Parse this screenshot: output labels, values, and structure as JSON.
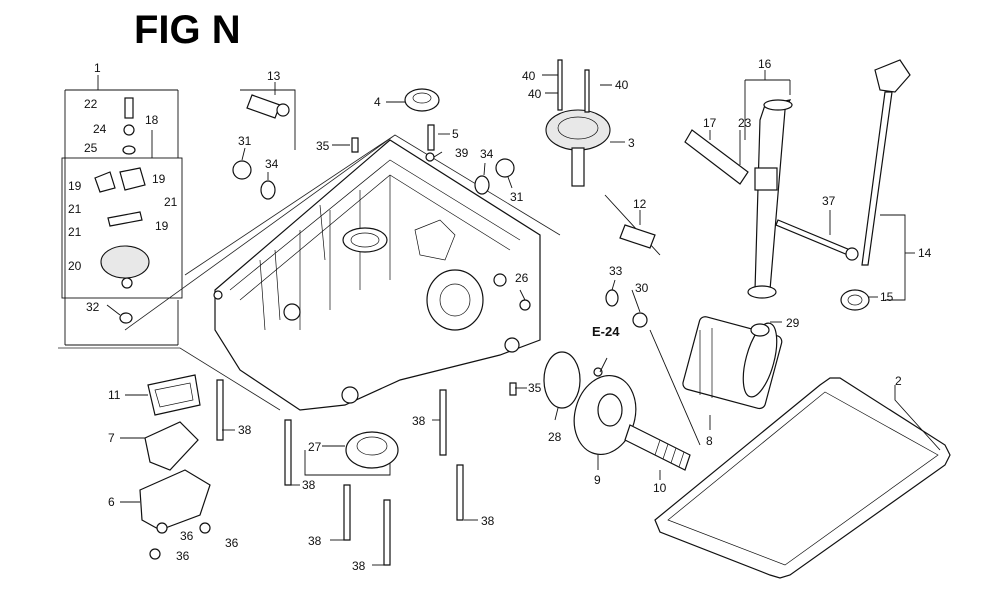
{
  "figure": {
    "title": "FIG N",
    "section_ref": "E-24"
  },
  "callouts": [
    {
      "id": "c1",
      "label": "1"
    },
    {
      "id": "c2",
      "label": "2"
    },
    {
      "id": "c3",
      "label": "3"
    },
    {
      "id": "c4",
      "label": "4"
    },
    {
      "id": "c5",
      "label": "5"
    },
    {
      "id": "c6",
      "label": "6"
    },
    {
      "id": "c7",
      "label": "7"
    },
    {
      "id": "c8",
      "label": "8"
    },
    {
      "id": "c9",
      "label": "9"
    },
    {
      "id": "c10",
      "label": "10"
    },
    {
      "id": "c11",
      "label": "11"
    },
    {
      "id": "c12",
      "label": "12"
    },
    {
      "id": "c13",
      "label": "13"
    },
    {
      "id": "c14",
      "label": "14"
    },
    {
      "id": "c15",
      "label": "15"
    },
    {
      "id": "c16",
      "label": "16"
    },
    {
      "id": "c17",
      "label": "17"
    },
    {
      "id": "c18",
      "label": "18"
    },
    {
      "id": "c19a",
      "label": "19"
    },
    {
      "id": "c19b",
      "label": "19"
    },
    {
      "id": "c19c",
      "label": "19"
    },
    {
      "id": "c20",
      "label": "20"
    },
    {
      "id": "c21a",
      "label": "21"
    },
    {
      "id": "c21b",
      "label": "21"
    },
    {
      "id": "c21c",
      "label": "21"
    },
    {
      "id": "c22",
      "label": "22"
    },
    {
      "id": "c23",
      "label": "23"
    },
    {
      "id": "c24",
      "label": "24"
    },
    {
      "id": "c25",
      "label": "25"
    },
    {
      "id": "c26",
      "label": "26"
    },
    {
      "id": "c27",
      "label": "27"
    },
    {
      "id": "c28",
      "label": "28"
    },
    {
      "id": "c29",
      "label": "29"
    },
    {
      "id": "c30",
      "label": "30"
    },
    {
      "id": "c31a",
      "label": "31"
    },
    {
      "id": "c31b",
      "label": "31"
    },
    {
      "id": "c32",
      "label": "32"
    },
    {
      "id": "c33",
      "label": "33"
    },
    {
      "id": "c34a",
      "label": "34"
    },
    {
      "id": "c34b",
      "label": "34"
    },
    {
      "id": "c35a",
      "label": "35"
    },
    {
      "id": "c35b",
      "label": "35"
    },
    {
      "id": "c36a",
      "label": "36"
    },
    {
      "id": "c36b",
      "label": "36"
    },
    {
      "id": "c36c",
      "label": "36"
    },
    {
      "id": "c37",
      "label": "37"
    },
    {
      "id": "c38a",
      "label": "38"
    },
    {
      "id": "c38b",
      "label": "38"
    },
    {
      "id": "c38c",
      "label": "38"
    },
    {
      "id": "c38d",
      "label": "38"
    },
    {
      "id": "c38e",
      "label": "38"
    },
    {
      "id": "c38f",
      "label": "38"
    },
    {
      "id": "c39",
      "label": "39"
    },
    {
      "id": "c40a",
      "label": "40"
    },
    {
      "id": "c40b",
      "label": "40"
    },
    {
      "id": "c40c",
      "label": "40"
    }
  ]
}
